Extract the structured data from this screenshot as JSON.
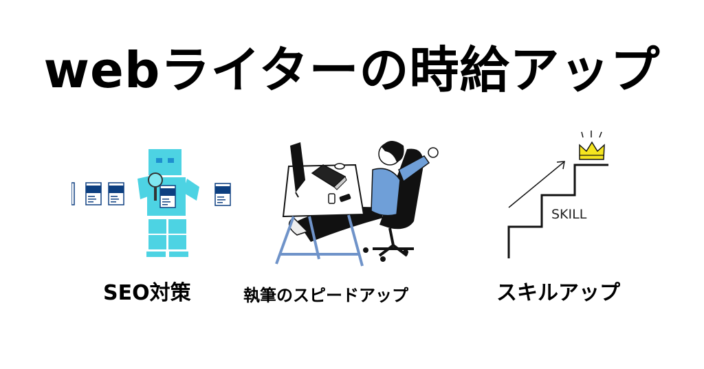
{
  "header": {
    "title": "webライターの時給アップ"
  },
  "items": [
    {
      "label": "SEO対策",
      "illustration": "seo-robot-with-magnifier"
    },
    {
      "label": "執筆のスピードアップ",
      "illustration": "person-stretching-at-desk"
    },
    {
      "label": "スキルアップ",
      "illustration": "skill-stairs-with-crown"
    }
  ],
  "skill_illustration": {
    "stair_text": "SKILL"
  },
  "colors": {
    "robot_cyan": "#4dd3e3",
    "robot_dark_cyan": "#38c2d4",
    "document_navy": "#0d3f80",
    "shirt_blue": "#6f9fd8",
    "desk_leg_blue": "#6f93c9",
    "crown_yellow": "#f5e51f",
    "ink": "#111111"
  }
}
